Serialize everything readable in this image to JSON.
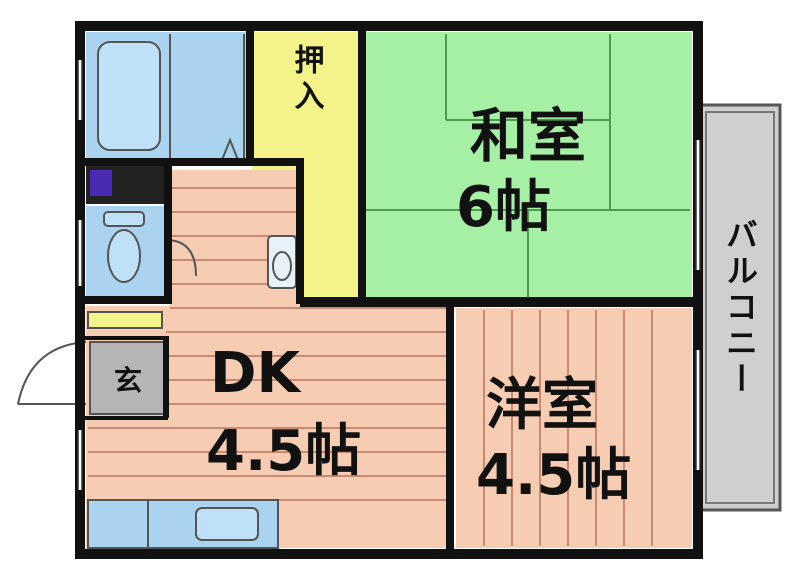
{
  "rooms": {
    "washitsu": {
      "name": "和室",
      "size": "6帖"
    },
    "youshitsu": {
      "name": "洋室",
      "size": "4.5帖"
    },
    "dk": {
      "name": "DK",
      "size": "4.5帖"
    },
    "genkan": {
      "name": "玄"
    },
    "oshiire": {
      "name": "押入"
    },
    "balcony": {
      "name": "バルコニー"
    }
  },
  "colors": {
    "wall": "#111111",
    "tatami": "#a6f0a6",
    "tatami_line": "#4f9a4f",
    "wood": "#f6cdb2",
    "wood_line": "#c98a73",
    "closet": "#f3f38a",
    "bath": "#a9d3ef",
    "gray": "#b5b5b5",
    "balcony": "#cfcfcf",
    "accent_purple": "#4a2ab2"
  }
}
